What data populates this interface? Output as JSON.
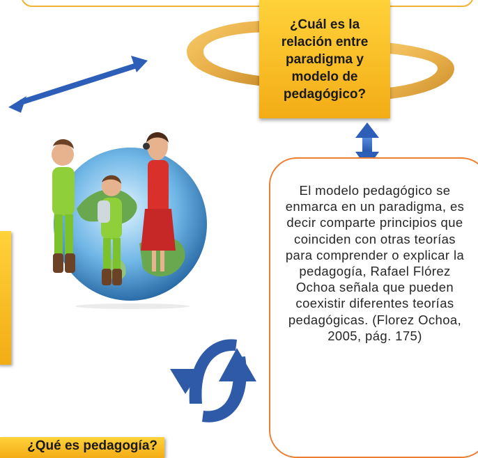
{
  "diagram": {
    "question": "¿Cuál es la relación entre paradigma y modelo de pedagógico?",
    "answer": "El modelo pedagógico se enmarca en un paradigma, es decir comparte principios que coinciden con otras teorías para comprender o explicar la pedagogía, Rafael Flórez Ochoa señala que pueden coexistir diferentes teorías pedagógicas. (Florez Ochoa, 2005, pág. 175)",
    "bottom_label": "¿Qué es pedagogía?"
  },
  "illustration": {
    "description_icon": "globe-with-characters-icon"
  },
  "colors": {
    "accent_yellow": "#f3ac16",
    "arrow_blue": "#2e5fb8",
    "box_border_orange": "#ed7d31"
  }
}
